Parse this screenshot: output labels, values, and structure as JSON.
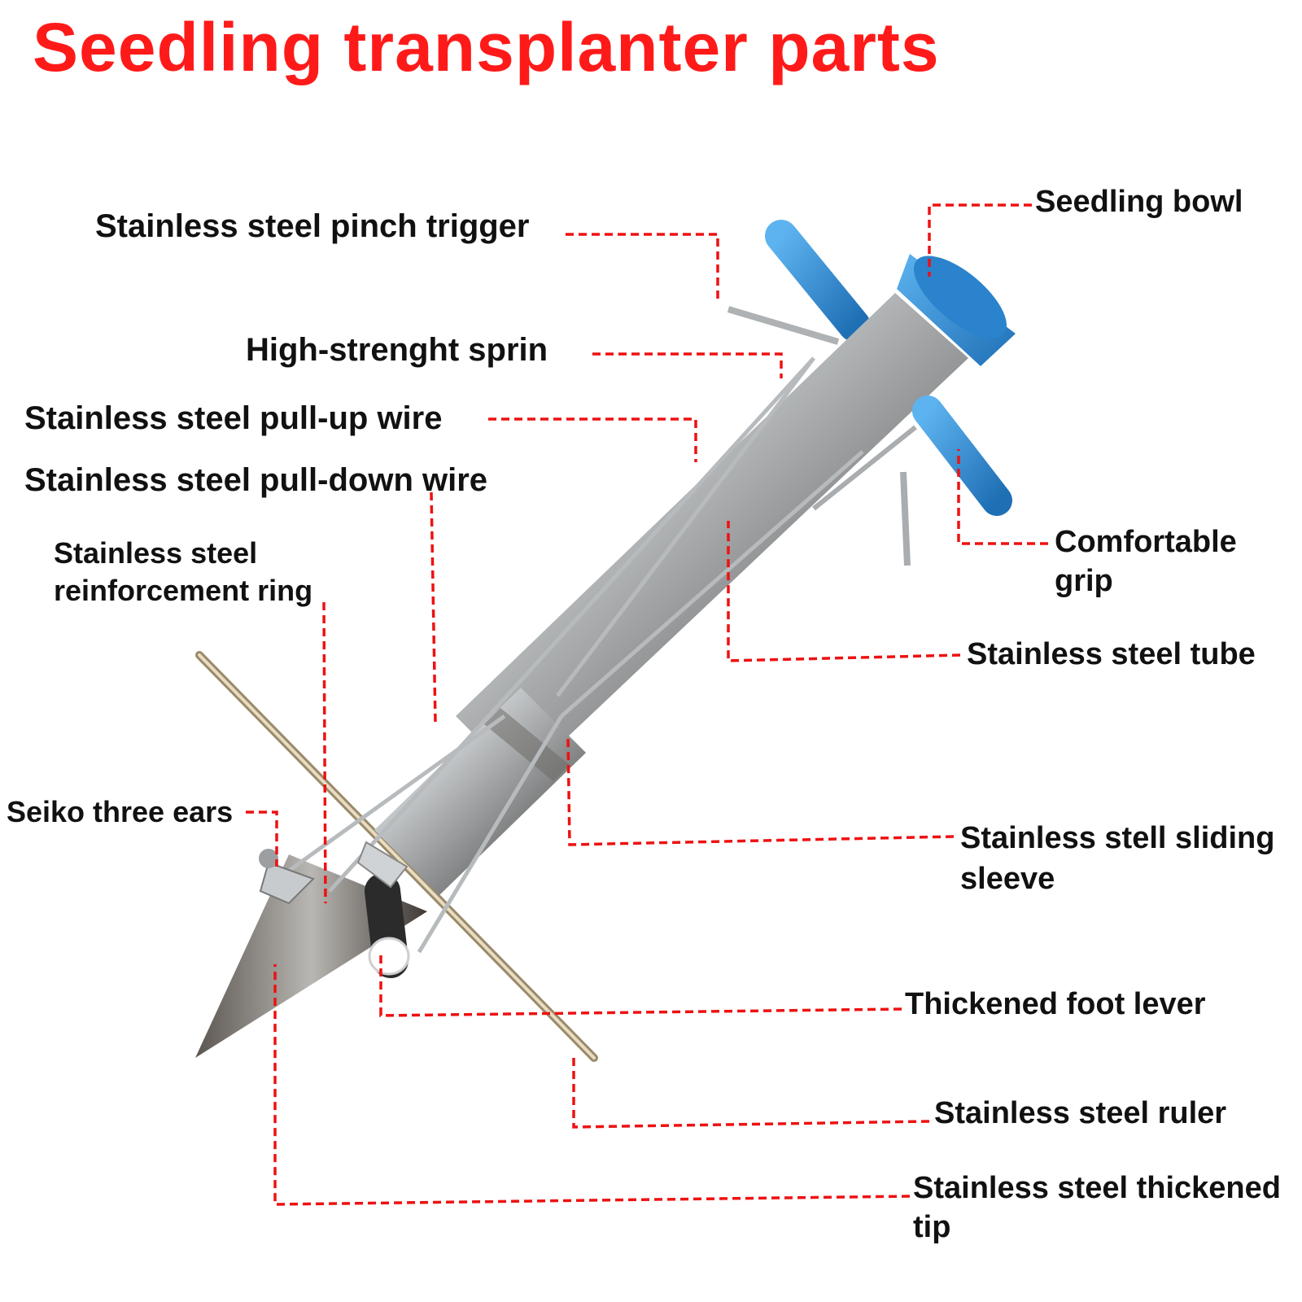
{
  "title": "Seedling transplanter parts",
  "colors": {
    "title": "#ff1a1a",
    "leader": "#ee1111",
    "steel": "#c9ccce",
    "grip": "#2f8ed3"
  },
  "labels": {
    "seedling_bowl": "Seedling bowl",
    "pinch_trigger": "Stainless steel pinch trigger",
    "spring": "High-strenght sprin",
    "pull_up_wire": "Stainless steel pull-up wire",
    "pull_down_wire": "Stainless steel pull-down wire",
    "reinforcement_ring_1": "Stainless steel",
    "reinforcement_ring_2": "reinforcement ring",
    "comfortable_grip_1": "Comfortable",
    "comfortable_grip_2": "grip",
    "tube": "Stainless steel tube",
    "seiko_ears": "Seiko three ears",
    "sliding_sleeve_1": "Stainless stell sliding",
    "sliding_sleeve_2": "sleeve",
    "foot_lever": "Thickened foot lever",
    "ruler": "Stainless steel ruler",
    "tip_1": "Stainless steel thickened",
    "tip_2": "tip"
  }
}
